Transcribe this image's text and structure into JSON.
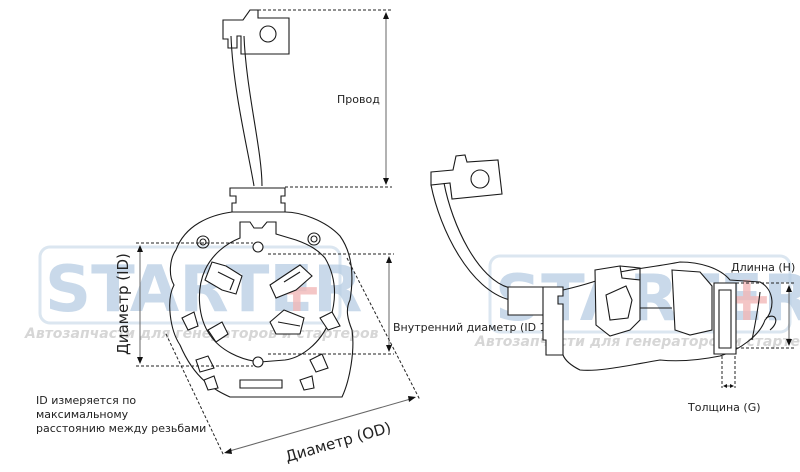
{
  "labels": {
    "wire": "Провод",
    "inner_diameter": "Диаметр (ID)",
    "inner_diameter_1": "Внутренний диаметр (ID 1)",
    "outer_diameter": "Диаметр (OD)",
    "length": "Длинна (H)",
    "thickness": "Толщина (G)"
  },
  "note": {
    "line1": "ID измеряется по",
    "line2": "максимальному",
    "line3": "расстоянию между резьбами"
  },
  "watermark": {
    "brand": "STARTER",
    "plus": "+",
    "tagline": "Автозапчасти для генераторов и стартеров",
    "brand_color": "#b7cde3",
    "plus_color": "#f2b8b8",
    "tagline_color": "#d6d6d6"
  }
}
